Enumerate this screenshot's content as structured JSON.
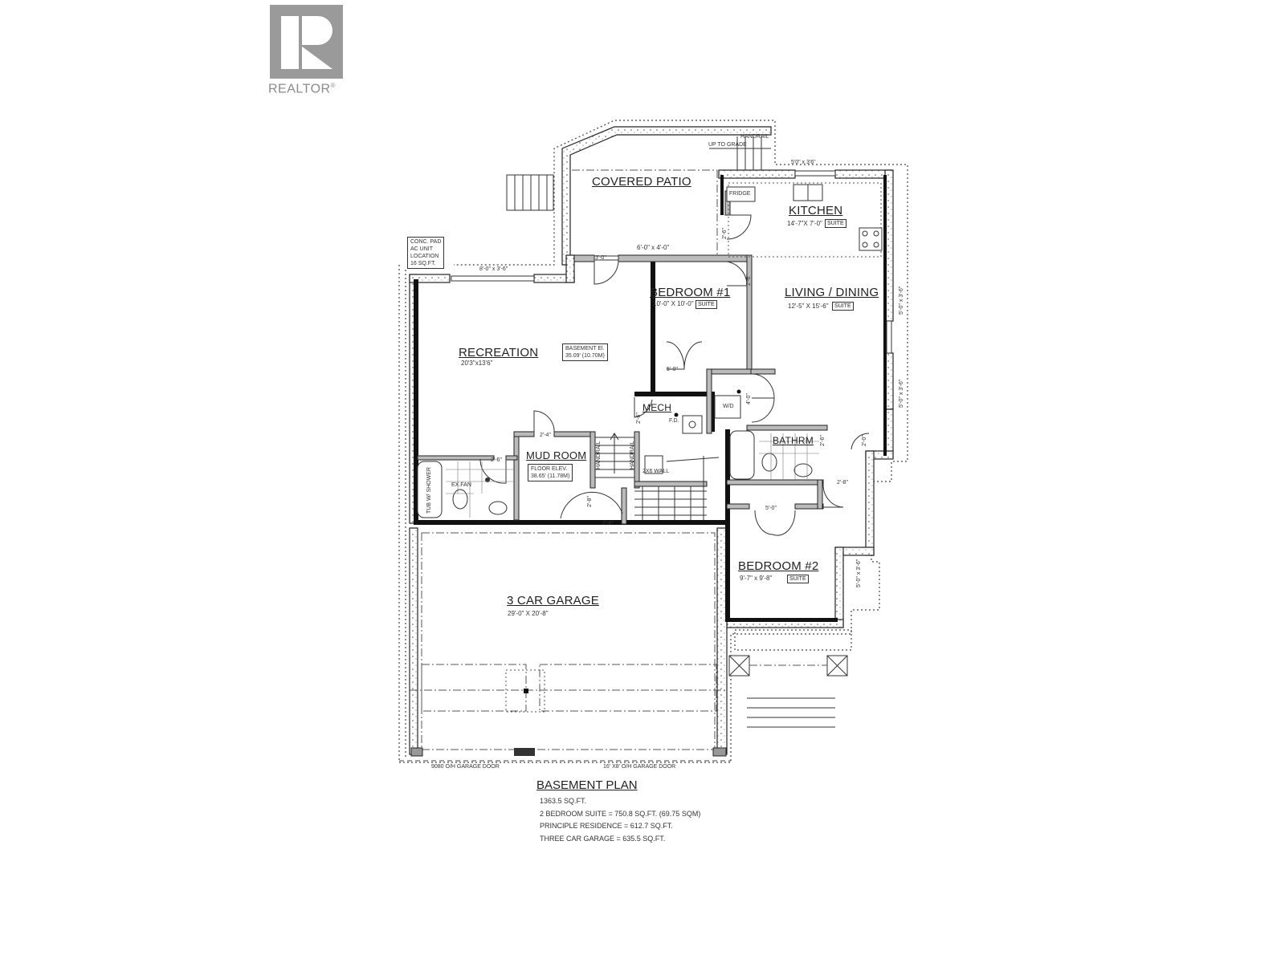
{
  "logo": {
    "brand": "REALTOR",
    "mark": "®",
    "icon": "realtor-r-icon"
  },
  "plan": {
    "title": "BASEMENT PLAN",
    "summary": [
      "1363.5 SQ.FT.",
      "2 BEDROOM SUITE =  750.8 SQ.FT.  (69.75 SQM)",
      "PRINCIPLE RESIDENCE = 612.7  SQ.FT.",
      "THREE CAR GARAGE = 635.5  SQ.FT."
    ]
  },
  "rooms": {
    "covered_patio": {
      "title": "COVERED PATIO",
      "dim": "6'-0\" x 4'-0\""
    },
    "kitchen": {
      "title": "KITCHEN",
      "dim": "14'-7\"X 7'-0\"",
      "tag": "SUITE"
    },
    "living_dining": {
      "title": "LIVING / DINING",
      "dim": "12'-5\" X 15'-6\"",
      "tag": "SUITE"
    },
    "bedroom1": {
      "title": "BEDROOM #1",
      "dim": "10'-0\" X 10'-0\"",
      "tag": "SUITE"
    },
    "recreation": {
      "title": "RECREATION",
      "dim": "20'3\"x13'6\""
    },
    "mech": {
      "title": "MECH"
    },
    "mud_room": {
      "title": "MUD ROOM"
    },
    "bathrm": {
      "title": "BATHRM"
    },
    "bedroom2": {
      "title": "BEDROOM #2",
      "dim": "9'-7\" x 9'-8\"",
      "tag": "SUITE"
    },
    "garage": {
      "title": "3 CAR GARAGE",
      "dim": "29'-0\" X 20'-8\""
    }
  },
  "notes": {
    "fridge": "FRIDGE",
    "handrail": "HANDRAIL",
    "up_to_grade": "UP TO GRADE",
    "window_top_right": "5'0\" x 3'6\"",
    "window_rec": "8'-0\" x 3'-6\"",
    "conc_pad": [
      "CONC. PAD",
      "AC UNIT",
      "LOCATION",
      "16 SQ.FT."
    ],
    "basement_el": [
      "BASEMENT El.",
      "35.09' (10.70M)"
    ],
    "floor_elev": [
      "FLOOR ELEV.",
      "38.65' (11.78M)"
    ],
    "fd": "F.D.",
    "wd": "W/D",
    "ex_fan": "EX.FAN",
    "tub_shower": "TUB W/ SHOWER",
    "two_by_six": "2X6 WALL",
    "handrail_stair": "HANDRAIL",
    "door_3_0": "3'-0\"",
    "door_2_6a": "2'-6\"",
    "door_2_4": "2'-4\"",
    "door_2_6b": "2'-6\"",
    "door_2_8a": "2'-8\"",
    "door_2_8b": "2'-8\"",
    "door_5_0a": "5'-0\"",
    "door_5_0b": "5'-0\"",
    "door_4_0": "4'-0\"",
    "door_2_6c": "2'-6\"",
    "door_2_6d": "2'-6\"",
    "door_2_6e": "2'-6\"",
    "door_2_0": "2'-0\"",
    "door_2_8c": "2'-8\"",
    "side_window_1": "5'-0\" x 3'-6\"",
    "side_window_2": "5'-0\" x 3'-6\"",
    "side_window_3": "5'-0\" x 3'-6\"",
    "garage_door_1": "9080 O/H GARAGE DOOR",
    "garage_door_2": "16' X8' O/H GARAGE DOOR"
  }
}
